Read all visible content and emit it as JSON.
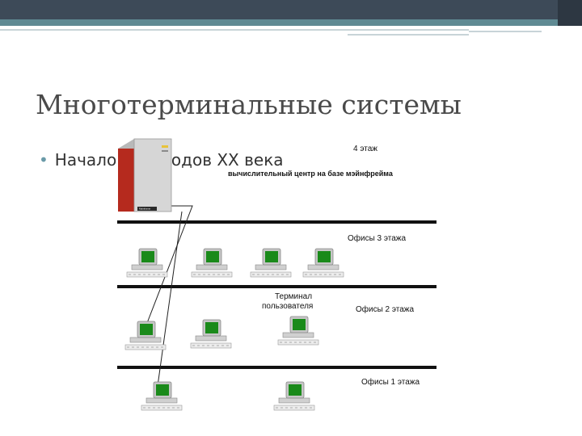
{
  "slide": {
    "title": "Многотерминальные системы",
    "bullet": "Начало 60-х годов XX века"
  },
  "diagram": {
    "floors": [
      {
        "label": "4 этаж"
      },
      {
        "label": "вычислительный центр на базе мэйнфрейма"
      },
      {
        "label": "Офисы 3 этажа"
      },
      {
        "label": "Офисы 2 этажа"
      },
      {
        "label": "Офисы 1 этажа"
      }
    ],
    "terminal_label_line1": "Терминал",
    "terminal_label_line2": "пользователя",
    "mainframe_brand": "Mainframe"
  },
  "colors": {
    "topbar": "#3d4a58",
    "accent": "#5f8a93",
    "screen": "#1a8a1a",
    "mainframe": "#b52a1e"
  }
}
